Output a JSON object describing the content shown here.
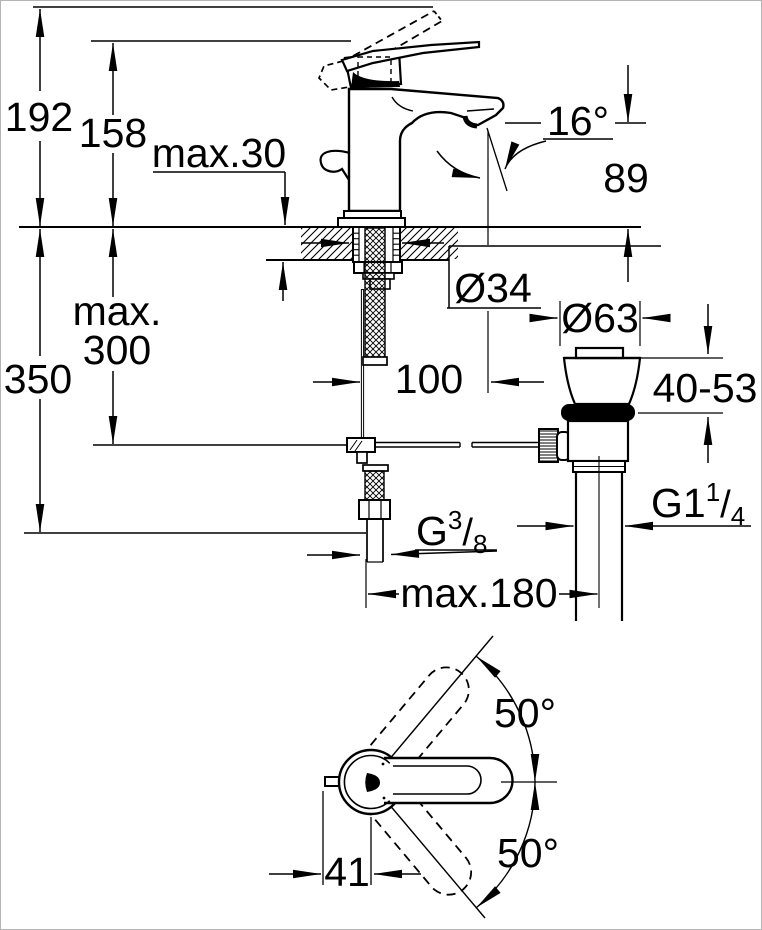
{
  "drawing": {
    "kind": "technical installation dimension drawing",
    "subject": "single-lever basin mixer with pop-up waste",
    "line_color": "#000000",
    "background": "#ffffff"
  },
  "side_view": {
    "labels": {
      "height_overall": "192",
      "height_body": "158",
      "deck_thickness": "max.30",
      "spout_angle": "16°",
      "spout_height": "89",
      "hole_diameter": "Ø34",
      "hose_depth_word": "max.",
      "hose_depth_value": "300",
      "overall_depth": "350",
      "spout_projection": "100",
      "waste_flange_diameter": "Ø63",
      "clamping_range": "40-53",
      "waste_thread_base": "G1",
      "waste_thread_numerator": "1",
      "waste_thread_slash": "/",
      "waste_thread_denominator": "4",
      "supply_thread_base": "G",
      "supply_thread_numerator": "3",
      "supply_thread_slash": "/",
      "supply_thread_denominator": "8",
      "rod_to_waste": "max.180"
    }
  },
  "top_view": {
    "labels": {
      "swing_upper": "50°",
      "swing_lower": "50°",
      "lever_offset": "41"
    }
  }
}
